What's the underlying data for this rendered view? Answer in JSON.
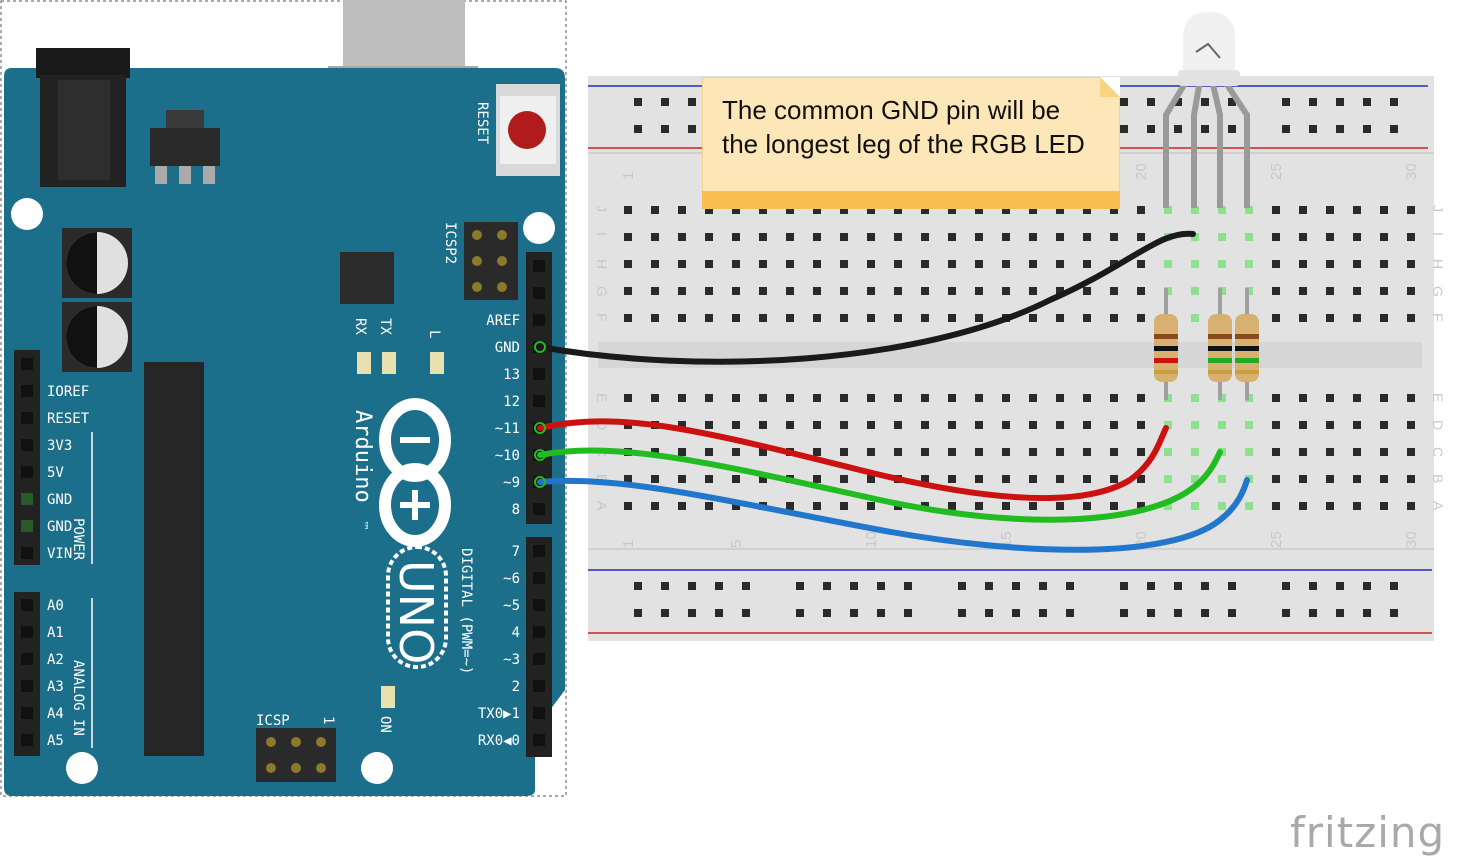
{
  "note": {
    "line1": "The common GND pin will be",
    "line2": "the longest leg of the RGB LED"
  },
  "brand": "fritzing",
  "arduino": {
    "reset": "RESET",
    "icsp2": "ICSP2",
    "icsp": "ICSP",
    "icsp_num": "1",
    "rx": "RX",
    "tx": "TX",
    "l": "L",
    "on": "ON",
    "name": "Arduino",
    "tm": "™",
    "model": "UNO",
    "digital": "DIGITAL (PWM=~)",
    "power": "POWER",
    "analog": "ANALOG IN",
    "pin_labels_right": [
      "AREF",
      "GND",
      "13",
      "12",
      "~11",
      "~10",
      "~9",
      "8",
      "7",
      "~6",
      "~5",
      "4",
      "~3",
      "2",
      "TX0▶1",
      "RX0◀0"
    ],
    "pin_labels_power": [
      "IOREF",
      "RESET",
      "3V3",
      "5V",
      "GND",
      "GND",
      "VIN"
    ],
    "pin_labels_analog": [
      "A0",
      "A1",
      "A2",
      "A3",
      "A4",
      "A5"
    ]
  },
  "breadboard": {
    "column_numbers": [
      "1",
      "5",
      "10",
      "15",
      "20",
      "25",
      "30"
    ],
    "rows_top": [
      "J",
      "I",
      "H",
      "G",
      "F"
    ],
    "rows_bottom": [
      "E",
      "D",
      "C",
      "B",
      "A"
    ]
  },
  "colors": {
    "board": "#1c6f8a",
    "wire_gnd": "#1a1a1a",
    "wire_red": "#cc1111",
    "wire_green": "#22bb22",
    "wire_blue": "#2277cc"
  }
}
